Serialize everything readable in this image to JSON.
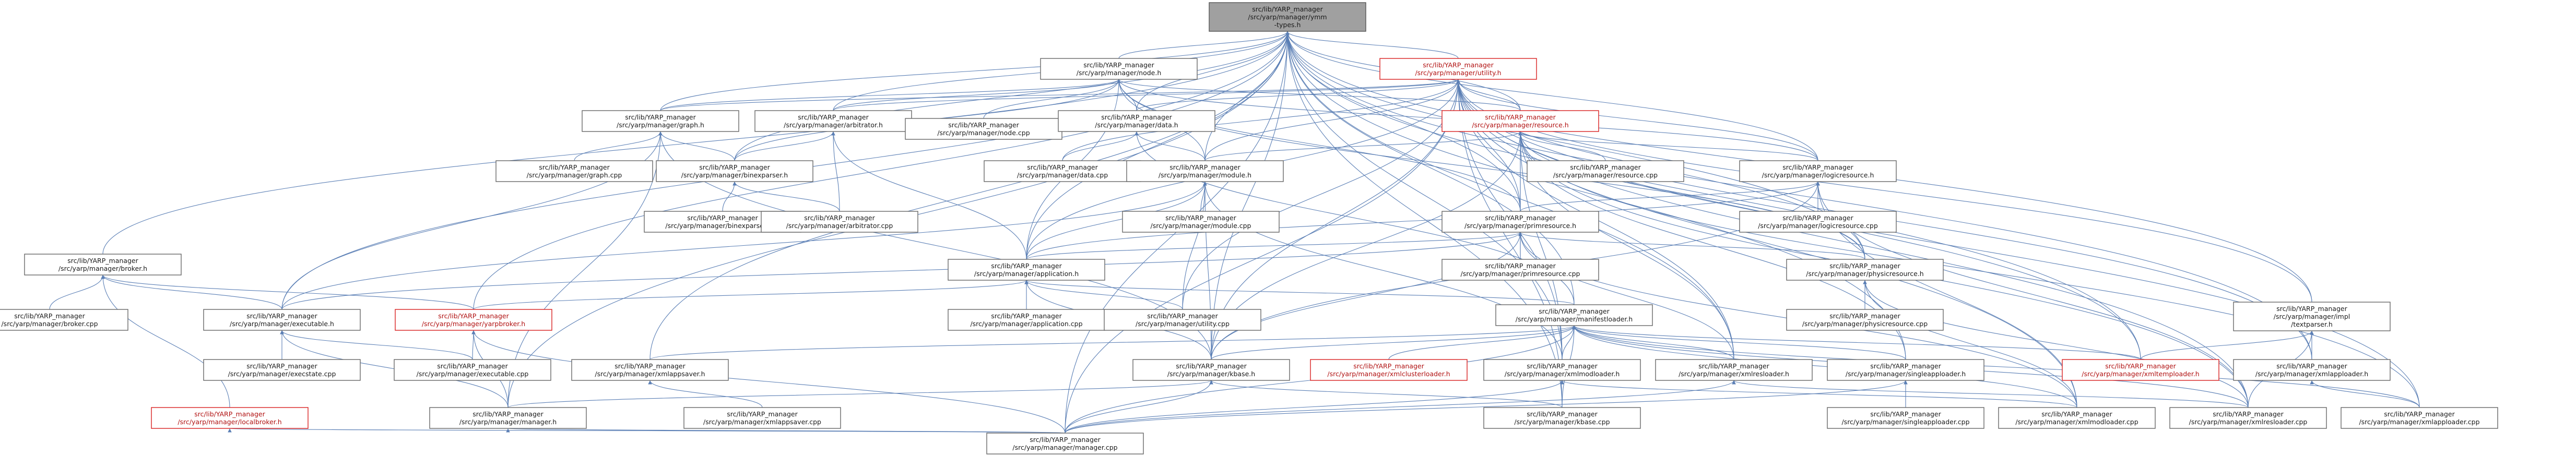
{
  "graph": {
    "root": "n00",
    "nodes": [
      {
        "id": "n00",
        "lines": [
          "src/lib/YARP_manager",
          "/src/yarp/manager/ymm",
          "-types.h"
        ],
        "kind": "root"
      },
      {
        "id": "n01",
        "lines": [
          "src/lib/YARP_manager",
          "/src/yarp/manager/node.h"
        ],
        "kind": "normal"
      },
      {
        "id": "n02",
        "lines": [
          "src/lib/YARP_manager",
          "/src/yarp/manager/utility.h"
        ],
        "kind": "red"
      },
      {
        "id": "n03",
        "lines": [
          "src/lib/YARP_manager",
          "/src/yarp/manager/graph.h"
        ],
        "kind": "normal"
      },
      {
        "id": "n04",
        "lines": [
          "src/lib/YARP_manager",
          "/src/yarp/manager/arbitrator.h"
        ],
        "kind": "normal"
      },
      {
        "id": "n05",
        "lines": [
          "src/lib/YARP_manager",
          "/src/yarp/manager/node.cpp"
        ],
        "kind": "normal"
      },
      {
        "id": "n06",
        "lines": [
          "src/lib/YARP_manager",
          "/src/yarp/manager/data.h"
        ],
        "kind": "normal"
      },
      {
        "id": "n07",
        "lines": [
          "src/lib/YARP_manager",
          "/src/yarp/manager/resource.h"
        ],
        "kind": "red"
      },
      {
        "id": "n08",
        "lines": [
          "src/lib/YARP_manager",
          "/src/yarp/manager/graph.cpp"
        ],
        "kind": "normal"
      },
      {
        "id": "n09",
        "lines": [
          "src/lib/YARP_manager",
          "/src/yarp/manager/binexparser.h"
        ],
        "kind": "normal"
      },
      {
        "id": "n10",
        "lines": [
          "src/lib/YARP_manager",
          "/src/yarp/manager/data.cpp"
        ],
        "kind": "normal"
      },
      {
        "id": "n11",
        "lines": [
          "src/lib/YARP_manager",
          "/src/yarp/manager/module.h"
        ],
        "kind": "normal"
      },
      {
        "id": "n12",
        "lines": [
          "src/lib/YARP_manager",
          "/src/yarp/manager/resource.cpp"
        ],
        "kind": "normal"
      },
      {
        "id": "n13",
        "lines": [
          "src/lib/YARP_manager",
          "/src/yarp/manager/logicresource.h"
        ],
        "kind": "normal"
      },
      {
        "id": "n14",
        "lines": [
          "src/lib/YARP_manager",
          "/src/yarp/manager/binexparser.cpp"
        ],
        "kind": "normal"
      },
      {
        "id": "n15",
        "lines": [
          "src/lib/YARP_manager",
          "/src/yarp/manager/arbitrator.cpp"
        ],
        "kind": "normal"
      },
      {
        "id": "n16",
        "lines": [
          "src/lib/YARP_manager",
          "/src/yarp/manager/module.cpp"
        ],
        "kind": "normal"
      },
      {
        "id": "n17",
        "lines": [
          "src/lib/YARP_manager",
          "/src/yarp/manager/primresource.h"
        ],
        "kind": "normal"
      },
      {
        "id": "n18",
        "lines": [
          "src/lib/YARP_manager",
          "/src/yarp/manager/logicresource.cpp"
        ],
        "kind": "normal"
      },
      {
        "id": "n19",
        "lines": [
          "src/lib/YARP_manager",
          "/src/yarp/manager/broker.h"
        ],
        "kind": "normal"
      },
      {
        "id": "n20",
        "lines": [
          "src/lib/YARP_manager",
          "/src/yarp/manager/application.h"
        ],
        "kind": "normal"
      },
      {
        "id": "n21",
        "lines": [
          "src/lib/YARP_manager",
          "/src/yarp/manager/primresource.cpp"
        ],
        "kind": "normal"
      },
      {
        "id": "n22",
        "lines": [
          "src/lib/YARP_manager",
          "/src/yarp/manager/physicresource.h"
        ],
        "kind": "normal"
      },
      {
        "id": "n23",
        "lines": [
          "src/lib/YARP_manager",
          "/src/yarp/manager/broker.cpp"
        ],
        "kind": "normal"
      },
      {
        "id": "n24",
        "lines": [
          "src/lib/YARP_manager",
          "/src/yarp/manager/executable.h"
        ],
        "kind": "normal"
      },
      {
        "id": "n25",
        "lines": [
          "src/lib/YARP_manager",
          "/src/yarp/manager/yarpbroker.h"
        ],
        "kind": "red"
      },
      {
        "id": "n26",
        "lines": [
          "src/lib/YARP_manager",
          "/src/yarp/manager/application.cpp"
        ],
        "kind": "normal"
      },
      {
        "id": "n27",
        "lines": [
          "src/lib/YARP_manager",
          "/src/yarp/manager/utility.cpp"
        ],
        "kind": "normal"
      },
      {
        "id": "n28",
        "lines": [
          "src/lib/YARP_manager",
          "/src/yarp/manager/manifestloader.h"
        ],
        "kind": "normal"
      },
      {
        "id": "n29",
        "lines": [
          "src/lib/YARP_manager",
          "/src/yarp/manager/physicresource.cpp"
        ],
        "kind": "normal"
      },
      {
        "id": "n30",
        "lines": [
          "src/lib/YARP_manager",
          "/src/yarp/manager/impl",
          "/textparser.h"
        ],
        "kind": "normal"
      },
      {
        "id": "n31",
        "lines": [
          "src/lib/YARP_manager",
          "/src/yarp/manager/executable.cpp"
        ],
        "kind": "normal"
      },
      {
        "id": "n32",
        "lines": [
          "src/lib/YARP_manager",
          "/src/yarp/manager/execstate.cpp"
        ],
        "kind": "normal"
      },
      {
        "id": "n33",
        "lines": [
          "src/lib/YARP_manager",
          "/src/yarp/manager/xmlappsaver.h"
        ],
        "kind": "normal"
      },
      {
        "id": "n34",
        "lines": [
          "src/lib/YARP_manager",
          "/src/yarp/manager/kbase.h"
        ],
        "kind": "normal"
      },
      {
        "id": "n35",
        "lines": [
          "src/lib/YARP_manager",
          "/src/yarp/manager/xmlclusterloader.h"
        ],
        "kind": "red"
      },
      {
        "id": "n36",
        "lines": [
          "src/lib/YARP_manager",
          "/src/yarp/manager/xmlmodloader.h"
        ],
        "kind": "normal"
      },
      {
        "id": "n37",
        "lines": [
          "src/lib/YARP_manager",
          "/src/yarp/manager/xmlresloader.h"
        ],
        "kind": "normal"
      },
      {
        "id": "n38",
        "lines": [
          "src/lib/YARP_manager",
          "/src/yarp/manager/singleapploader.h"
        ],
        "kind": "normal"
      },
      {
        "id": "n39",
        "lines": [
          "src/lib/YARP_manager",
          "/src/yarp/manager/xmltemploader.h"
        ],
        "kind": "red"
      },
      {
        "id": "n40",
        "lines": [
          "src/lib/YARP_manager",
          "/src/yarp/manager/xmlapploader.h"
        ],
        "kind": "normal"
      },
      {
        "id": "n41",
        "lines": [
          "src/lib/YARP_manager",
          "/src/yarp/manager/localbroker.h"
        ],
        "kind": "red"
      },
      {
        "id": "n42",
        "lines": [
          "src/lib/YARP_manager",
          "/src/yarp/manager/manager.h"
        ],
        "kind": "normal"
      },
      {
        "id": "n43",
        "lines": [
          "src/lib/YARP_manager",
          "/src/yarp/manager/xmlappsaver.cpp"
        ],
        "kind": "normal"
      },
      {
        "id": "n44",
        "lines": [
          "src/lib/YARP_manager",
          "/src/yarp/manager/kbase.cpp"
        ],
        "kind": "normal"
      },
      {
        "id": "n45",
        "lines": [
          "src/lib/YARP_manager",
          "/src/yarp/manager/singleapploader.cpp"
        ],
        "kind": "normal"
      },
      {
        "id": "n46",
        "lines": [
          "src/lib/YARP_manager",
          "/src/yarp/manager/xmlmodloader.cpp"
        ],
        "kind": "normal"
      },
      {
        "id": "n47",
        "lines": [
          "src/lib/YARP_manager",
          "/src/yarp/manager/xmlresloader.cpp"
        ],
        "kind": "normal"
      },
      {
        "id": "n48",
        "lines": [
          "src/lib/YARP_manager",
          "/src/yarp/manager/xmlapploader.cpp"
        ],
        "kind": "normal"
      },
      {
        "id": "n49",
        "lines": [
          "src/lib/YARP_manager",
          "/src/yarp/manager/manager.cpp"
        ],
        "kind": "normal"
      }
    ],
    "edges": [
      [
        "n00",
        "n01"
      ],
      [
        "n00",
        "n02"
      ],
      [
        "n00",
        "n03"
      ],
      [
        "n00",
        "n04"
      ],
      [
        "n00",
        "n06"
      ],
      [
        "n00",
        "n07"
      ],
      [
        "n00",
        "n09"
      ],
      [
        "n00",
        "n11"
      ],
      [
        "n00",
        "n13"
      ],
      [
        "n00",
        "n17"
      ],
      [
        "n00",
        "n19"
      ],
      [
        "n00",
        "n20"
      ],
      [
        "n00",
        "n22"
      ],
      [
        "n00",
        "n24"
      ],
      [
        "n00",
        "n25"
      ],
      [
        "n00",
        "n28"
      ],
      [
        "n00",
        "n30"
      ],
      [
        "n00",
        "n33"
      ],
      [
        "n00",
        "n34"
      ],
      [
        "n00",
        "n36"
      ],
      [
        "n00",
        "n37"
      ],
      [
        "n00",
        "n38"
      ],
      [
        "n00",
        "n39"
      ],
      [
        "n00",
        "n40"
      ],
      [
        "n00",
        "n42"
      ],
      [
        "n00",
        "n44"
      ],
      [
        "n00",
        "n49"
      ],
      [
        "n01",
        "n03"
      ],
      [
        "n01",
        "n04"
      ],
      [
        "n01",
        "n05"
      ],
      [
        "n01",
        "n06"
      ],
      [
        "n01",
        "n07"
      ],
      [
        "n01",
        "n09"
      ],
      [
        "n01",
        "n11"
      ],
      [
        "n01",
        "n13"
      ],
      [
        "n01",
        "n17"
      ],
      [
        "n01",
        "n20"
      ],
      [
        "n01",
        "n22"
      ],
      [
        "n02",
        "n03"
      ],
      [
        "n02",
        "n04"
      ],
      [
        "n02",
        "n06"
      ],
      [
        "n02",
        "n07"
      ],
      [
        "n02",
        "n10"
      ],
      [
        "n02",
        "n11"
      ],
      [
        "n02",
        "n13"
      ],
      [
        "n02",
        "n17"
      ],
      [
        "n02",
        "n20"
      ],
      [
        "n02",
        "n22"
      ],
      [
        "n02",
        "n27"
      ],
      [
        "n02",
        "n30"
      ],
      [
        "n02",
        "n34"
      ],
      [
        "n02",
        "n36"
      ],
      [
        "n02",
        "n37"
      ],
      [
        "n02",
        "n39"
      ],
      [
        "n02",
        "n40"
      ],
      [
        "n02",
        "n44"
      ],
      [
        "n02",
        "n46"
      ],
      [
        "n02",
        "n47"
      ],
      [
        "n02",
        "n48"
      ],
      [
        "n02",
        "n49"
      ],
      [
        "n03",
        "n08"
      ],
      [
        "n03",
        "n09"
      ],
      [
        "n03",
        "n24"
      ],
      [
        "n03",
        "n34"
      ],
      [
        "n03",
        "n42"
      ],
      [
        "n04",
        "n09"
      ],
      [
        "n04",
        "n15"
      ],
      [
        "n04",
        "n20"
      ],
      [
        "n06",
        "n10"
      ],
      [
        "n06",
        "n11"
      ],
      [
        "n06",
        "n28"
      ],
      [
        "n07",
        "n12"
      ],
      [
        "n07",
        "n13"
      ],
      [
        "n07",
        "n17"
      ],
      [
        "n07",
        "n22"
      ],
      [
        "n07",
        "n11"
      ],
      [
        "n07",
        "n21"
      ],
      [
        "n07",
        "n34"
      ],
      [
        "n07",
        "n36"
      ],
      [
        "n07",
        "n37"
      ],
      [
        "n07",
        "n38"
      ],
      [
        "n07",
        "n47"
      ],
      [
        "n07",
        "n48"
      ],
      [
        "n09",
        "n14"
      ],
      [
        "n09",
        "n15"
      ],
      [
        "n11",
        "n16"
      ],
      [
        "n11",
        "n20"
      ],
      [
        "n11",
        "n24"
      ],
      [
        "n11",
        "n27"
      ],
      [
        "n11",
        "n34"
      ],
      [
        "n11",
        "n36"
      ],
      [
        "n13",
        "n18"
      ],
      [
        "n13",
        "n20"
      ],
      [
        "n13",
        "n17"
      ],
      [
        "n13",
        "n46"
      ],
      [
        "n13",
        "n47"
      ],
      [
        "n13",
        "n34"
      ],
      [
        "n17",
        "n21"
      ],
      [
        "n17",
        "n22"
      ],
      [
        "n17",
        "n20"
      ],
      [
        "n17",
        "n24"
      ],
      [
        "n17",
        "n34"
      ],
      [
        "n17",
        "n37"
      ],
      [
        "n17",
        "n46"
      ],
      [
        "n19",
        "n23"
      ],
      [
        "n19",
        "n24"
      ],
      [
        "n19",
        "n25"
      ],
      [
        "n19",
        "n41"
      ],
      [
        "n20",
        "n26"
      ],
      [
        "n20",
        "n27"
      ],
      [
        "n20",
        "n28"
      ],
      [
        "n20",
        "n34"
      ],
      [
        "n20",
        "n25"
      ],
      [
        "n22",
        "n29"
      ],
      [
        "n22",
        "n46"
      ],
      [
        "n22",
        "n47"
      ],
      [
        "n24",
        "n31"
      ],
      [
        "n24",
        "n32"
      ],
      [
        "n24",
        "n42"
      ],
      [
        "n25",
        "n31"
      ],
      [
        "n25",
        "n42"
      ],
      [
        "n25",
        "n49"
      ],
      [
        "n28",
        "n33"
      ],
      [
        "n28",
        "n34"
      ],
      [
        "n28",
        "n35"
      ],
      [
        "n28",
        "n36"
      ],
      [
        "n28",
        "n37"
      ],
      [
        "n28",
        "n38"
      ],
      [
        "n28",
        "n39"
      ],
      [
        "n28",
        "n44"
      ],
      [
        "n28",
        "n46"
      ],
      [
        "n28",
        "n47"
      ],
      [
        "n28",
        "n48"
      ],
      [
        "n28",
        "n49"
      ],
      [
        "n30",
        "n39"
      ],
      [
        "n30",
        "n40"
      ],
      [
        "n30",
        "n47"
      ],
      [
        "n33",
        "n43"
      ],
      [
        "n34",
        "n42"
      ],
      [
        "n34",
        "n44"
      ],
      [
        "n34",
        "n49"
      ],
      [
        "n36",
        "n46"
      ],
      [
        "n36",
        "n49"
      ],
      [
        "n37",
        "n47"
      ],
      [
        "n37",
        "n49"
      ],
      [
        "n38",
        "n45"
      ],
      [
        "n38",
        "n49"
      ],
      [
        "n40",
        "n48"
      ],
      [
        "n41",
        "n49"
      ],
      [
        "n42",
        "n49"
      ]
    ]
  }
}
